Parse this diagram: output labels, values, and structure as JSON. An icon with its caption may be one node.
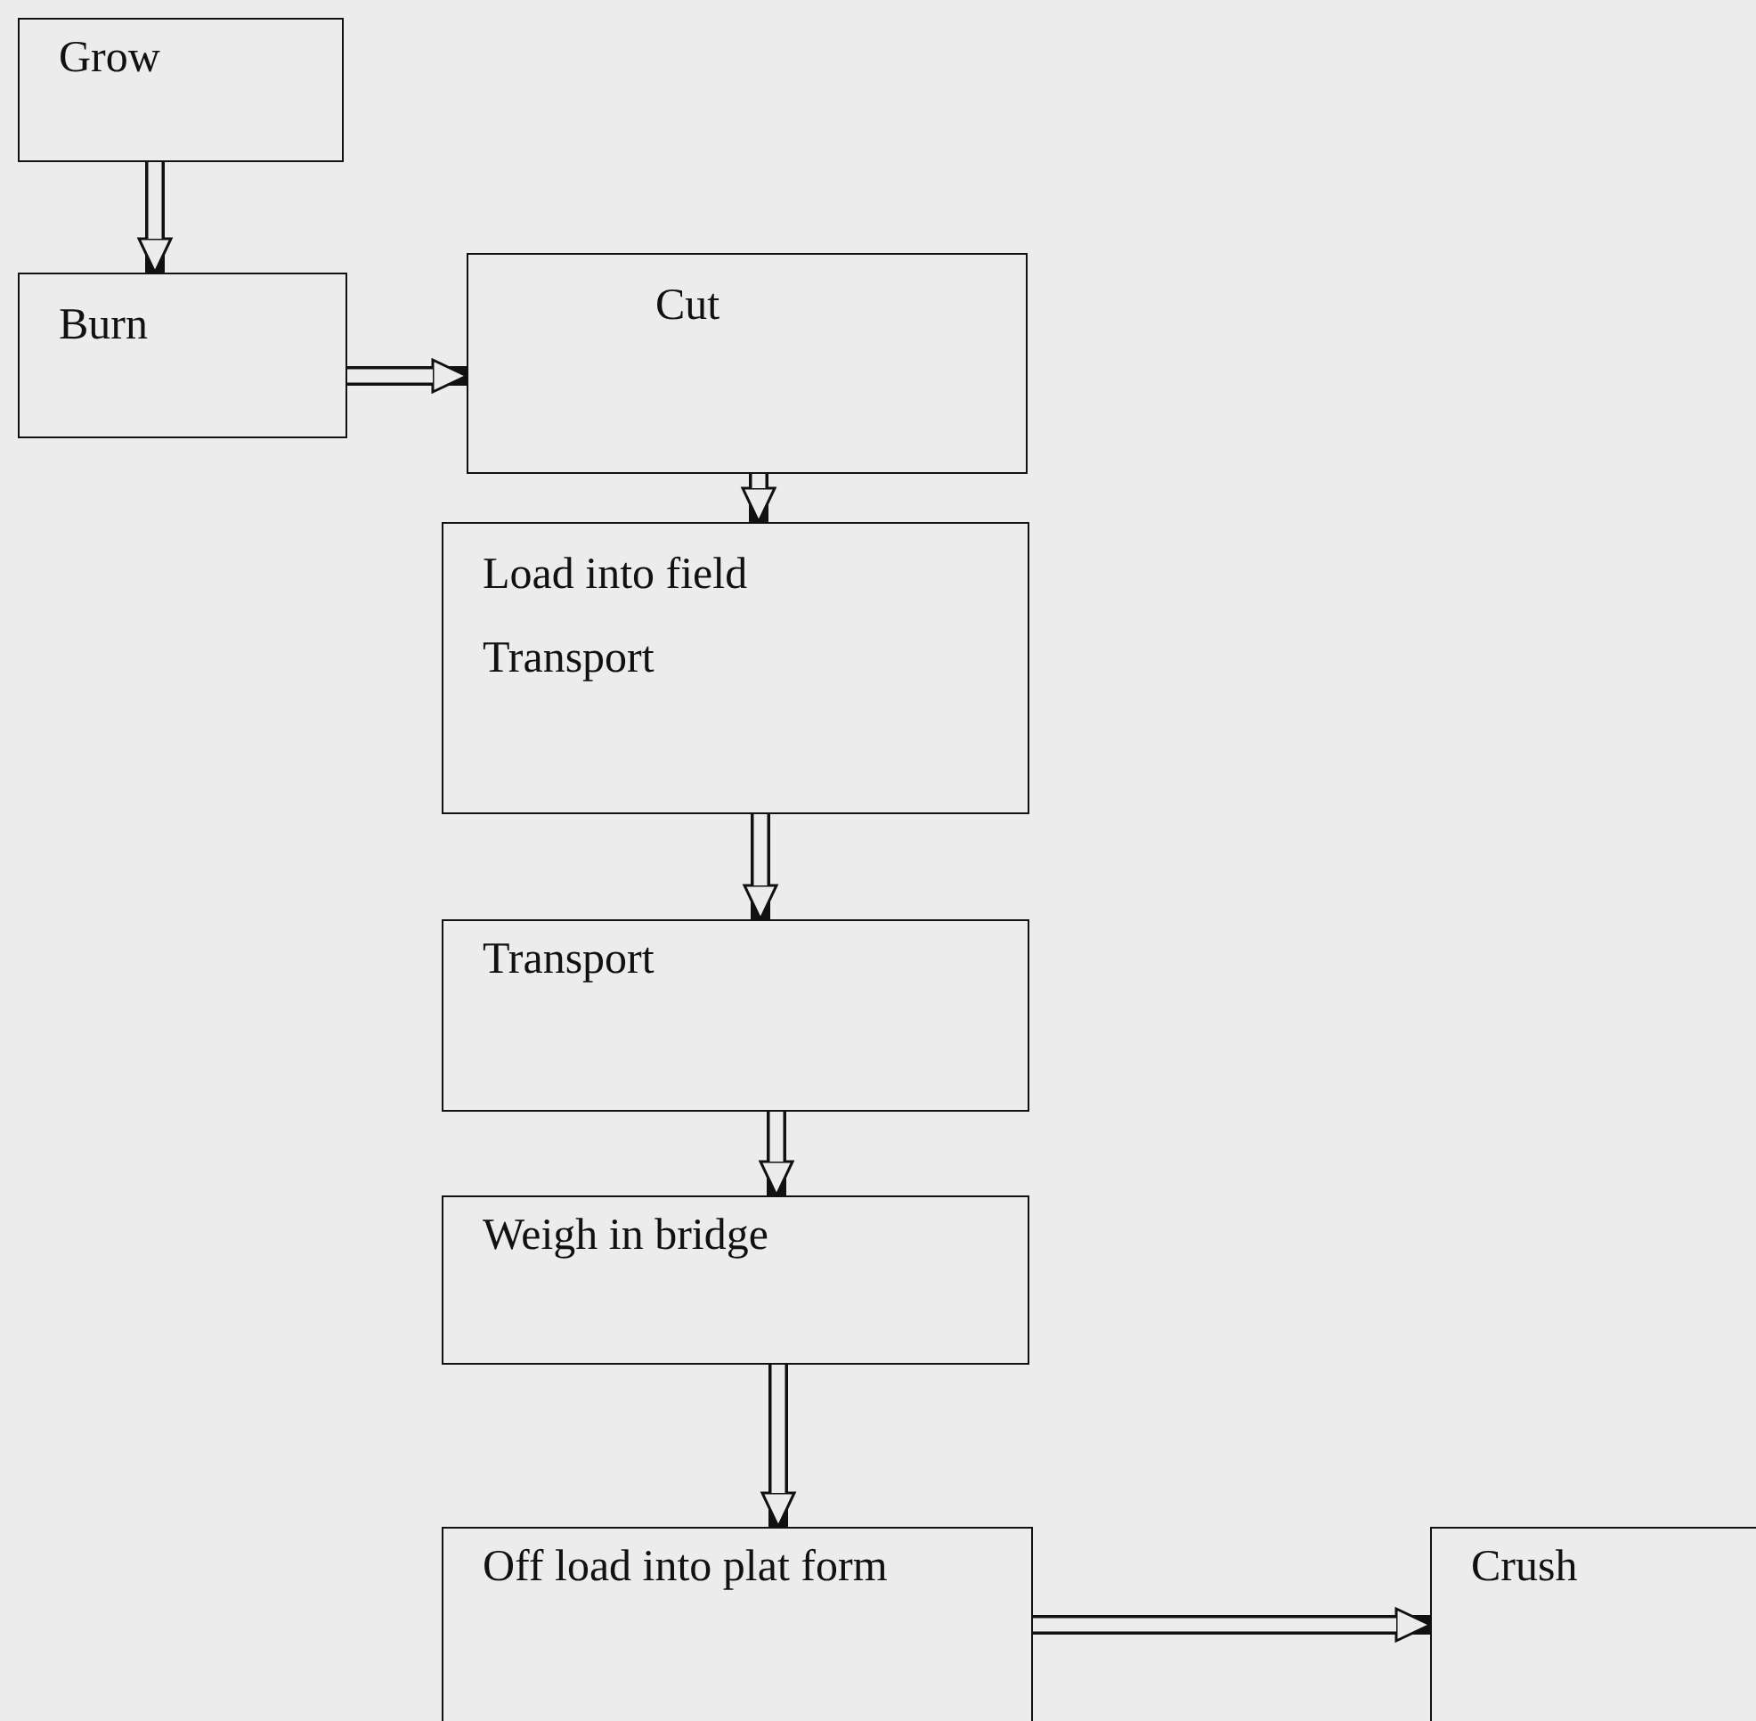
{
  "diagram": {
    "nodes": [
      {
        "text": [
          "Grow"
        ]
      },
      {
        "text": [
          "Burn"
        ]
      },
      {
        "text": [
          "Cut"
        ]
      },
      {
        "text": [
          "Load into field",
          "Transport"
        ]
      },
      {
        "text": [
          "Transport"
        ]
      },
      {
        "text": [
          "Weigh in bridge"
        ]
      },
      {
        "text": [
          "Off load into plat form"
        ]
      },
      {
        "text": [
          "Crush"
        ]
      }
    ],
    "edges": [
      {
        "from": 0,
        "to": 1,
        "arrow": "to"
      },
      {
        "from": 1,
        "to": 2,
        "arrow": "to"
      },
      {
        "from": 2,
        "to": 3,
        "arrow": "to"
      },
      {
        "from": 3,
        "to": 4,
        "arrow": "to"
      },
      {
        "from": 4,
        "to": 5,
        "arrow": "to"
      },
      {
        "from": 5,
        "to": 6,
        "arrow": "to"
      },
      {
        "from": 6,
        "to": 7,
        "arrow": "to"
      }
    ]
  }
}
